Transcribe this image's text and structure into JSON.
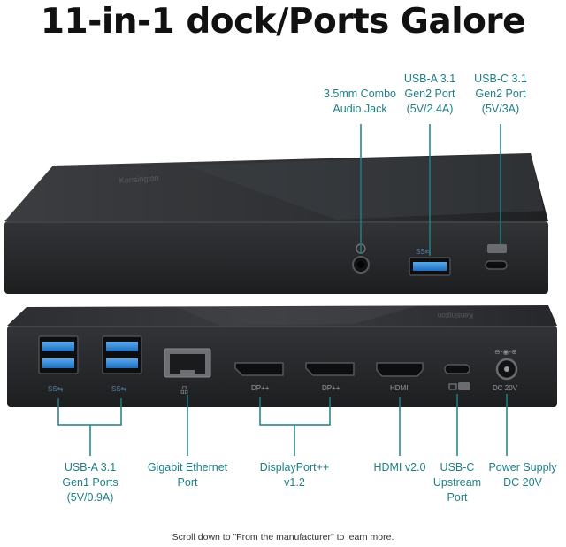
{
  "title": "11-in-1 dock/Ports Galore",
  "colors": {
    "accent": "#1e7f86",
    "body": "#2a2b2d",
    "title": "#111111"
  },
  "device": {
    "brand": "Kensington"
  },
  "top_callouts": [
    {
      "label": "3.5mm Combo\nAudio Jack"
    },
    {
      "label": "USB-A 3.1\nGen2 Port\n(5V/2.4A)"
    },
    {
      "label": "USB-C 3.1\nGen2 Port\n(5V/3A)"
    }
  ],
  "bottom_callouts": [
    {
      "label": "USB-A 3.1\nGen1 Ports\n(5V/0.9A)"
    },
    {
      "label": "Gigabit Ethernet\nPort"
    },
    {
      "label": "DisplayPort++\nv1.2"
    },
    {
      "label": "HDMI v2.0"
    },
    {
      "label": "USB-C\nUpstream\nPort"
    },
    {
      "label": "Power Supply\nDC 20V"
    }
  ],
  "port_markings": {
    "dp1": "DP++",
    "dp2": "DP++",
    "hdmi": "HDMI",
    "dc": "DC 20V"
  },
  "footer": "Scroll down to \"From the manufacturer\" to learn more."
}
